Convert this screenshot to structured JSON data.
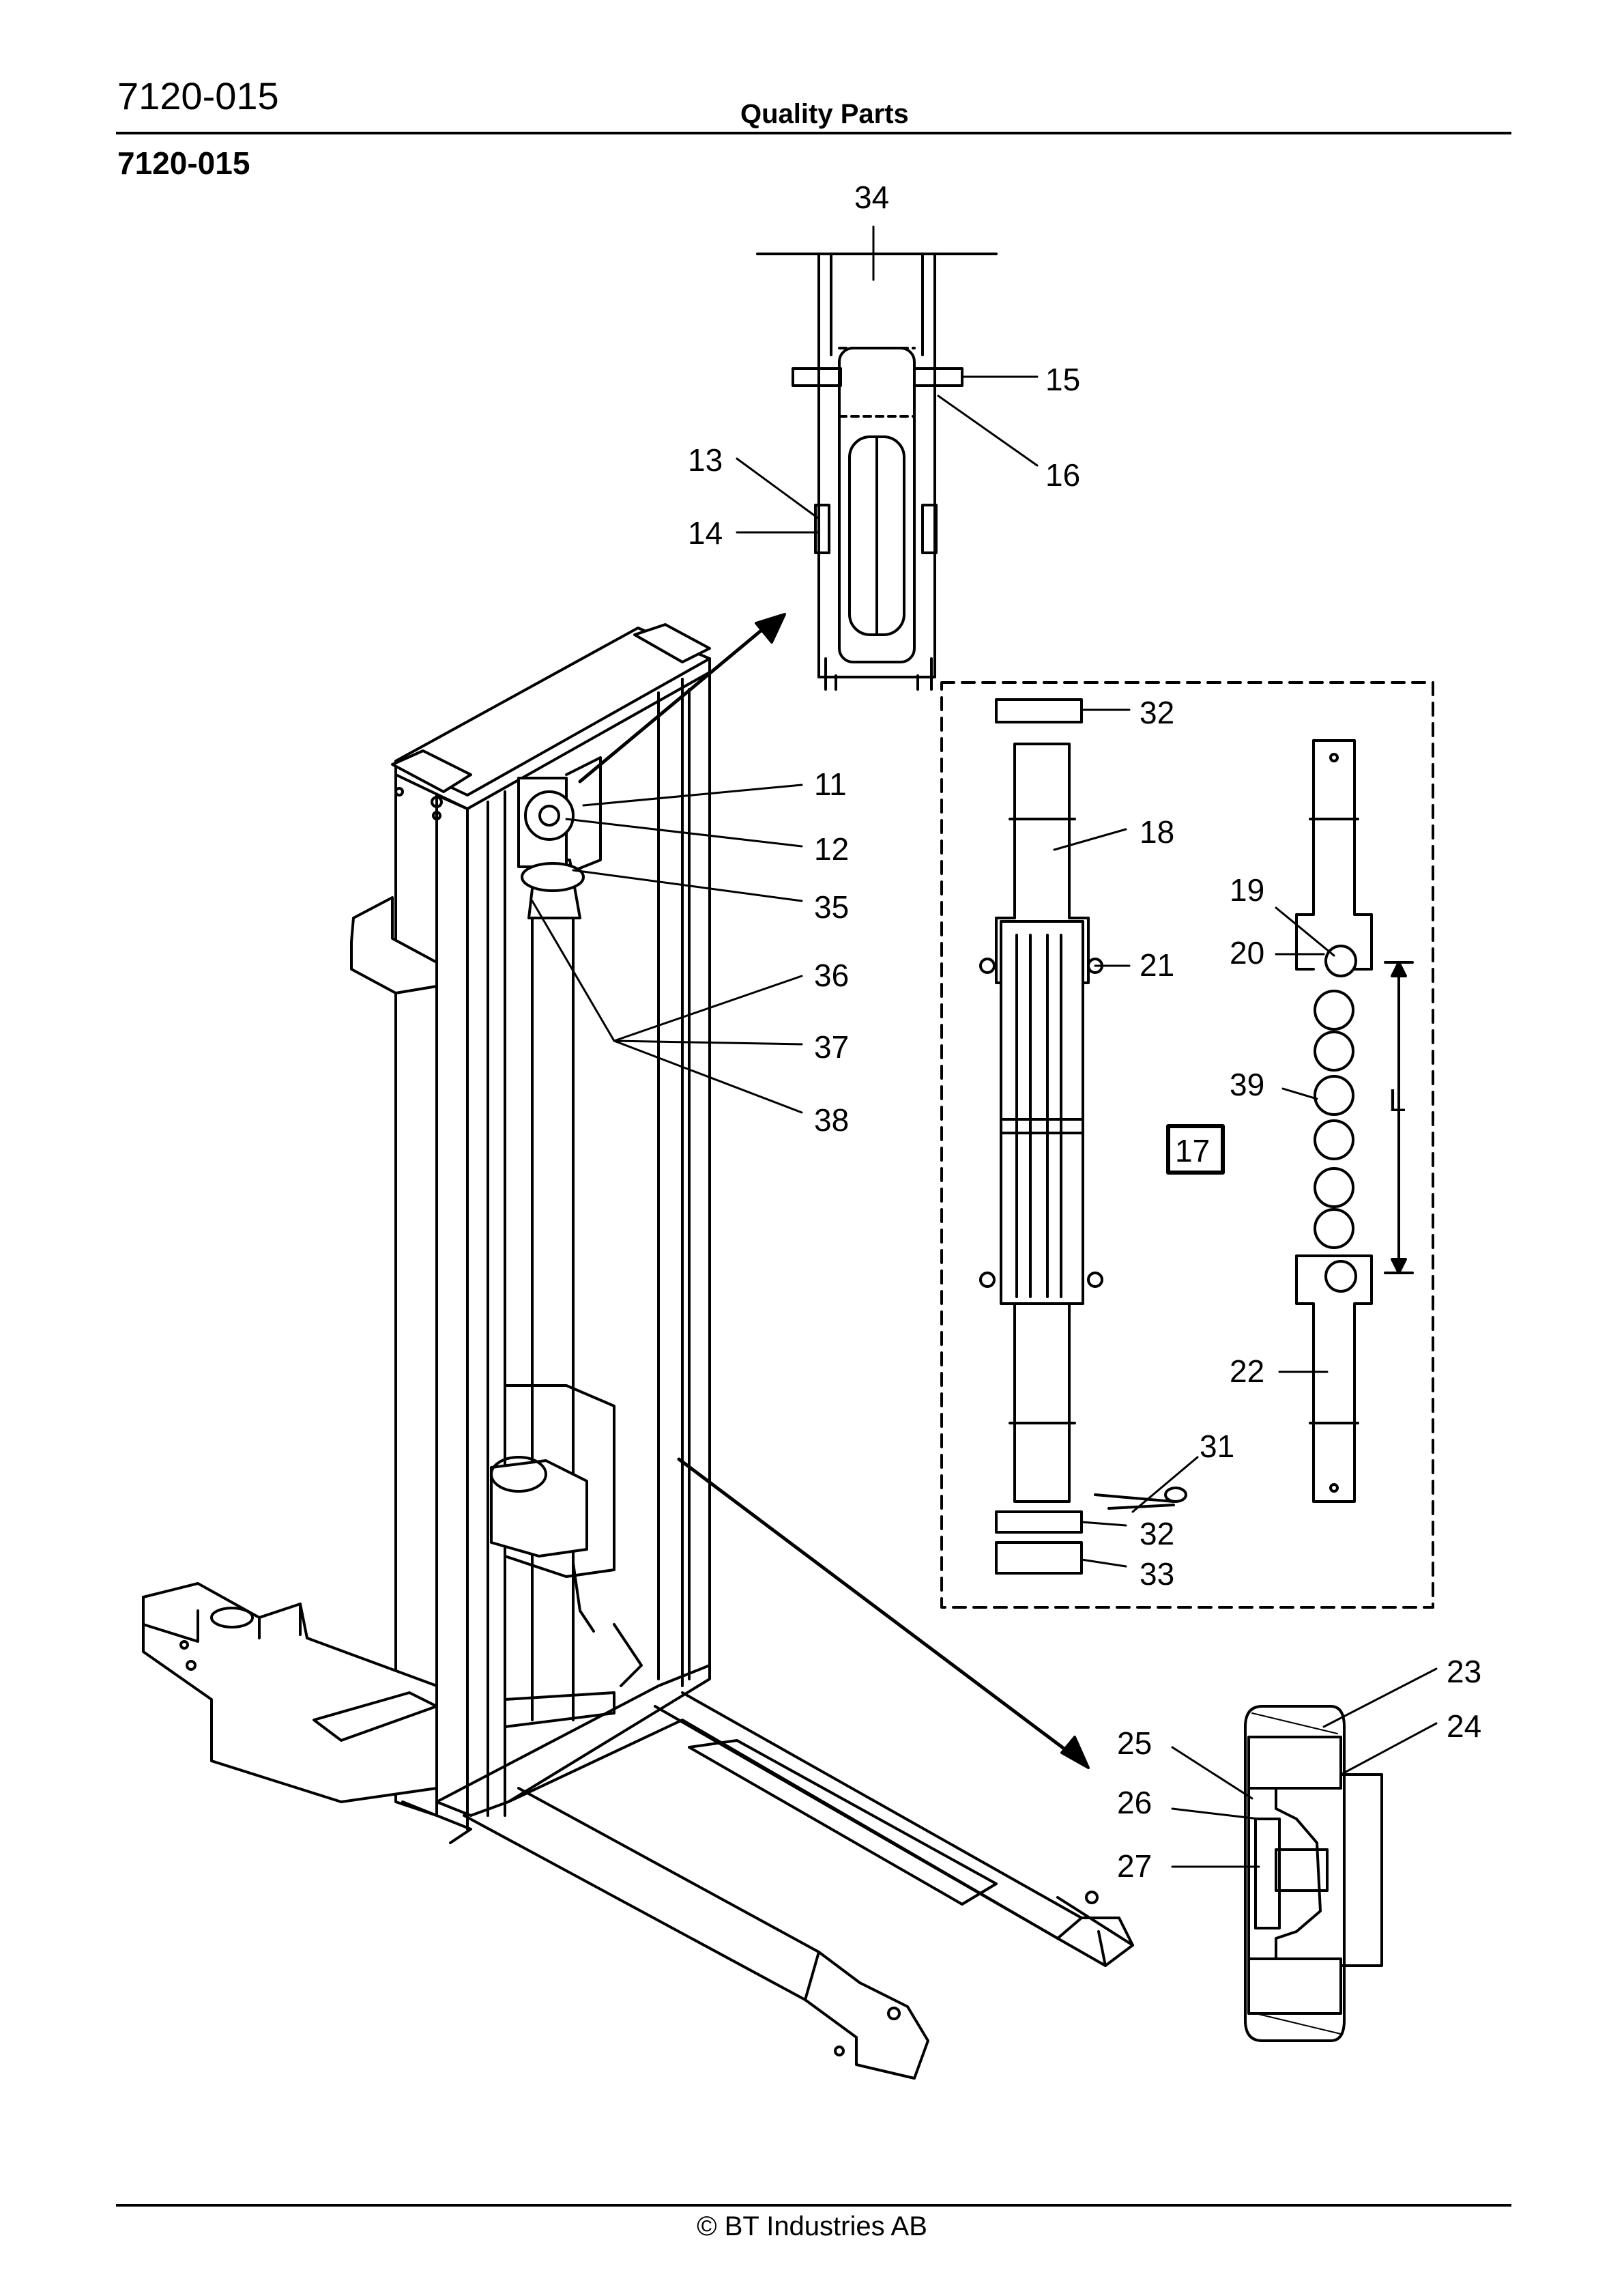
{
  "header": {
    "doc_code": "7120-015",
    "center_title": "Quality Parts",
    "sub_code": "7120-015"
  },
  "footer": {
    "copyright": "© BT Industries AB"
  },
  "callouts": {
    "c11": "11",
    "c12": "12",
    "c13": "13",
    "c14": "14",
    "c15": "15",
    "c16": "16",
    "c17": "17",
    "c18": "18",
    "c19": "19",
    "c20": "20",
    "c21": "21",
    "c22": "22",
    "c23": "23",
    "c24": "24",
    "c25": "25",
    "c26": "26",
    "c27": "27",
    "c31": "31",
    "c32a": "32",
    "c32b": "32",
    "c33": "33",
    "c34": "34",
    "c35": "35",
    "c36": "36",
    "c37": "37",
    "c38": "38",
    "c39": "39",
    "dimL": "L"
  }
}
